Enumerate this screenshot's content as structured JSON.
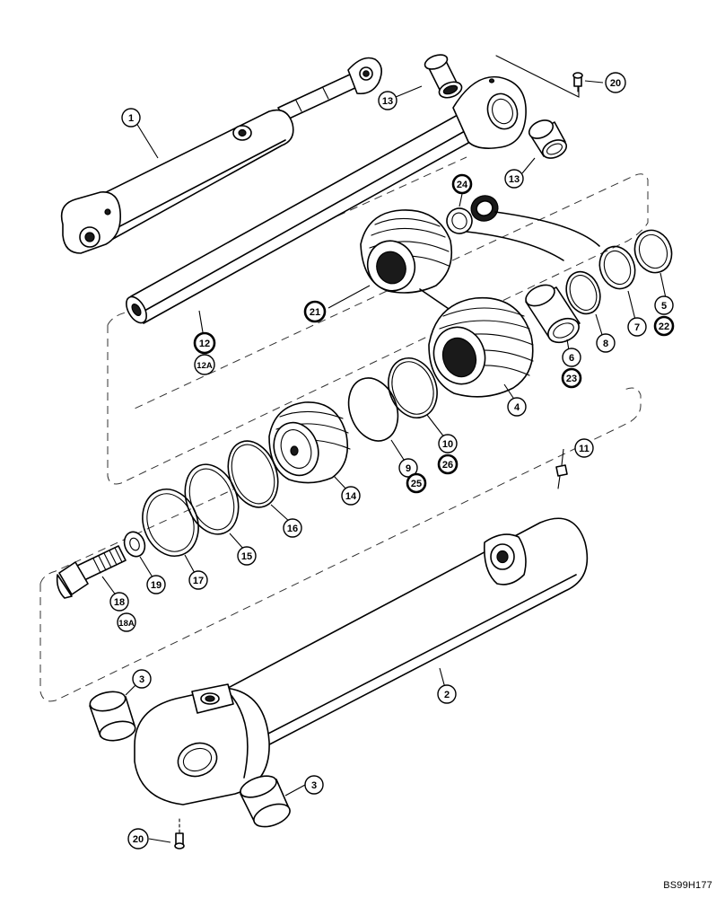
{
  "diagram": {
    "drawing_code": "BS99H177",
    "callouts": {
      "c1": "1",
      "c2": "2",
      "c3a": "3",
      "c3b": "3",
      "c4": "4",
      "c5": "5",
      "c22": "22",
      "c6": "6",
      "c23": "23",
      "c7": "7",
      "c8": "8",
      "c9": "9",
      "c25": "25",
      "c10": "10",
      "c26": "26",
      "c11": "11",
      "c12": "12",
      "c12a": "12A",
      "c13a": "13",
      "c13b": "13",
      "c14": "14",
      "c15": "15",
      "c16": "16",
      "c17": "17",
      "c18": "18",
      "c18a": "18A",
      "c19": "19",
      "c20a": "20",
      "c20b": "20",
      "c21": "21",
      "c24": "24"
    }
  }
}
